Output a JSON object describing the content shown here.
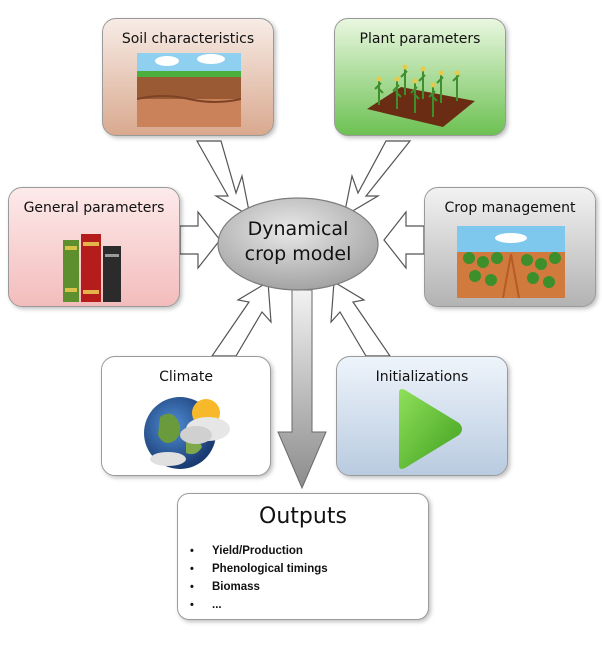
{
  "center": {
    "line1": "Dynamical",
    "line2": "crop model"
  },
  "inputs": {
    "soil": {
      "label": "Soil characteristics"
    },
    "plant": {
      "label": "Plant parameters"
    },
    "general": {
      "label": "General parameters"
    },
    "crop_management": {
      "label": "Crop management"
    },
    "climate": {
      "label": "Climate"
    },
    "initializations": {
      "label": "Initializations"
    }
  },
  "outputs": {
    "title": "Outputs",
    "items": [
      "Yield/Production",
      "Phenological timings",
      "Biomass",
      "..."
    ]
  },
  "colors": {
    "soil_box": "#d9a98f",
    "plant_box": "#6dc153",
    "general_box": "#f3bcbc",
    "crop_box": "#b3b3b3",
    "init_box": "#b9cbe0",
    "ellipse": "#a9a9a9",
    "play_icon": "#5bbf2a"
  }
}
